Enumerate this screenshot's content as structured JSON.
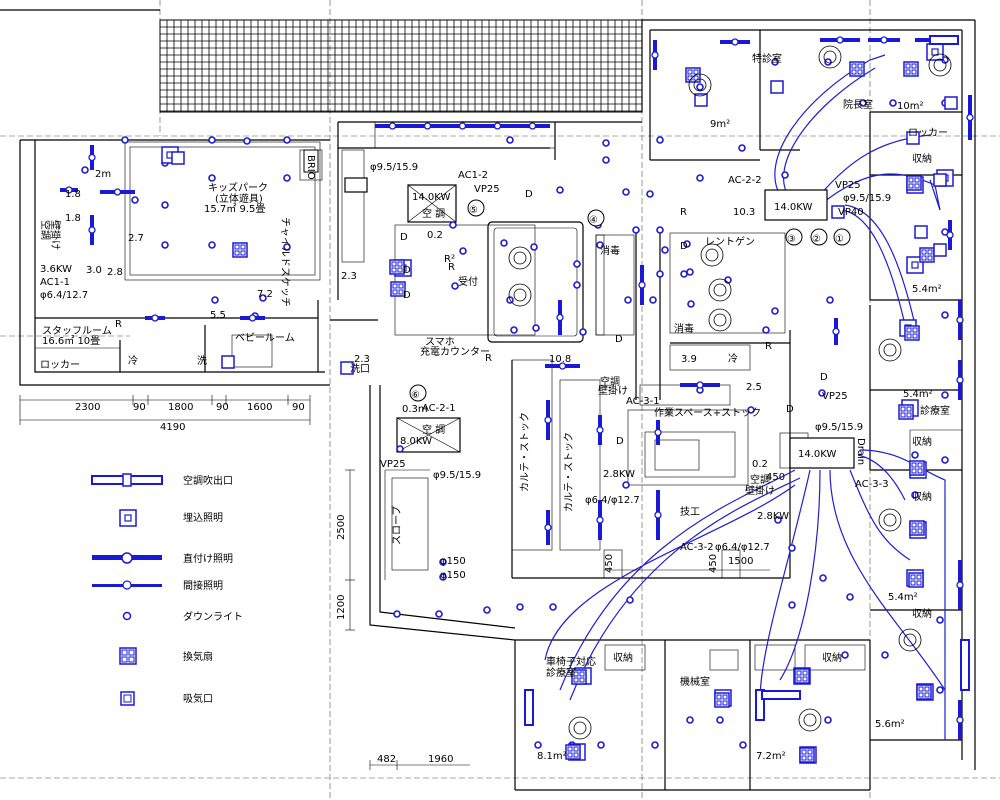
{
  "colors": {
    "fixture_blue": "#1a1ad6",
    "line": "#000000",
    "background": "#ffffff"
  },
  "rooms": {
    "kids_park": "キッズパーク",
    "kids_park_sub": "(立体遊具)",
    "kids_park_area": "15.7㎡  9.5畳",
    "staff_room": "スタッフルーム",
    "staff_room_area": "16.6㎡  10畳",
    "locker": "ロッカー",
    "baby_room": "ベビールーム",
    "special_exam": "特診室",
    "director": "院長室",
    "locker_right": "ロッカー",
    "storage": "収納",
    "xray": "レントゲン",
    "sterilize": "消毒",
    "reception": "受付",
    "work_space": "作業スペース+ストック",
    "tech": "技工",
    "exam_room": "診療室",
    "machine_room": "機械室",
    "wheelchair_room_1": "車椅子対応",
    "wheelchair_room_2": "診療室",
    "slope": "スロープ",
    "karte_stock": "カルテ・ストック",
    "smartphone_1": "スマホ",
    "smartphone_2": "充電カウンター",
    "kids_park_vertical": "チャイルドスケッチ",
    "washroom": "洗口",
    "refrigerator": "冷",
    "washer": "洗"
  },
  "equipment": {
    "ac1_1": "AC1-1",
    "ac1_1_power": "3.6KW",
    "ac1_1_pipe": "φ6.4/12.7",
    "ac1_2": "AC1-2",
    "ac1_2_power": "14.0KW",
    "ac1_2_label": "空 調",
    "ac1_2_pipe": "φ9.5/15.9",
    "ac1_2_vp": "VP25",
    "ac2_1": "AC-2-1",
    "ac2_1_power": "8.0KW",
    "ac2_1_label": "空 調",
    "ac2_1_pipe": "φ9.5/15.9",
    "ac2_1_vp": "VP25",
    "ac2_2": "AC-2-2",
    "ac2_2_power": "14.0KW",
    "ac2_2_vp": "VP25",
    "ac2_2_pipe": "φ9.5/15.9",
    "ac2_2_vp2": "VP40",
    "ac3_1": "AC-3-1",
    "ac3_1_power": "2.8KW",
    "ac3_1_pipe": "φ6.4/φ12.7",
    "ac3_1_note1": "空調",
    "ac3_1_note2": "壁掛け",
    "ac3_2": "AC-3-2",
    "ac3_2_power": "2.8KW",
    "ac3_2_pipe": "φ6.4/φ12.7",
    "ac3_2_note1": "空調",
    "ac3_2_note2": "壁掛け",
    "ac3_3": "AC-3-3",
    "ac3_3_power": "14.0KW",
    "ac3_3_pipe": "φ9.5/15.9",
    "ac3_3_vp": "VP25",
    "wall_ac_1": "空調",
    "wall_ac_2": "壁掛け",
    "drain": "Drain",
    "brio": "BRIO"
  },
  "markers": [
    "①",
    "②",
    "③",
    "④",
    "⑤",
    "⑥"
  ],
  "symbols": {
    "D": "D",
    "R": "R",
    "R2": "R²"
  },
  "areas": {
    "a1": "9m²",
    "a2": "10m²",
    "a3": "5.4m²",
    "a4": "5.4m²",
    "a5": "5.4m²",
    "a6": "5.6m²",
    "a7": "8.1m²",
    "a8": "7.2m²"
  },
  "heights": {
    "h1": "1.8",
    "h2": "1.8",
    "h3": "2m",
    "h4": "2.7",
    "h5": "3.0",
    "h6": "2.8",
    "h7": "7.2",
    "h8": "5.5",
    "h9": "2.3",
    "h10": "2.3",
    "h11": "0.2",
    "h12": "10.3",
    "h13": "10.8",
    "h14": "3.9",
    "h15": "2.5",
    "h16": "0.3m",
    "h17": "0.2",
    "h18": "2.8KW",
    "h19": "2.8KW"
  },
  "dimensions": {
    "d1": "2300",
    "d2": "90",
    "d3": "1800",
    "d4": "90",
    "d5": "1600",
    "d6": "90",
    "total": "4190",
    "v1": "2500",
    "v2": "1200",
    "b1": "482",
    "b2": "1960",
    "s1": "450",
    "s2": "1500",
    "s3": "450",
    "s4": "450",
    "p1": "φ150",
    "p2": "φ150"
  },
  "legend": {
    "supply": "空調吹出口",
    "recessed": "埋込照明",
    "direct": "直付け照明",
    "indirect": "間接照明",
    "downlight": "ダウンライト",
    "fan": "換気扇",
    "intake": "吸気口"
  }
}
